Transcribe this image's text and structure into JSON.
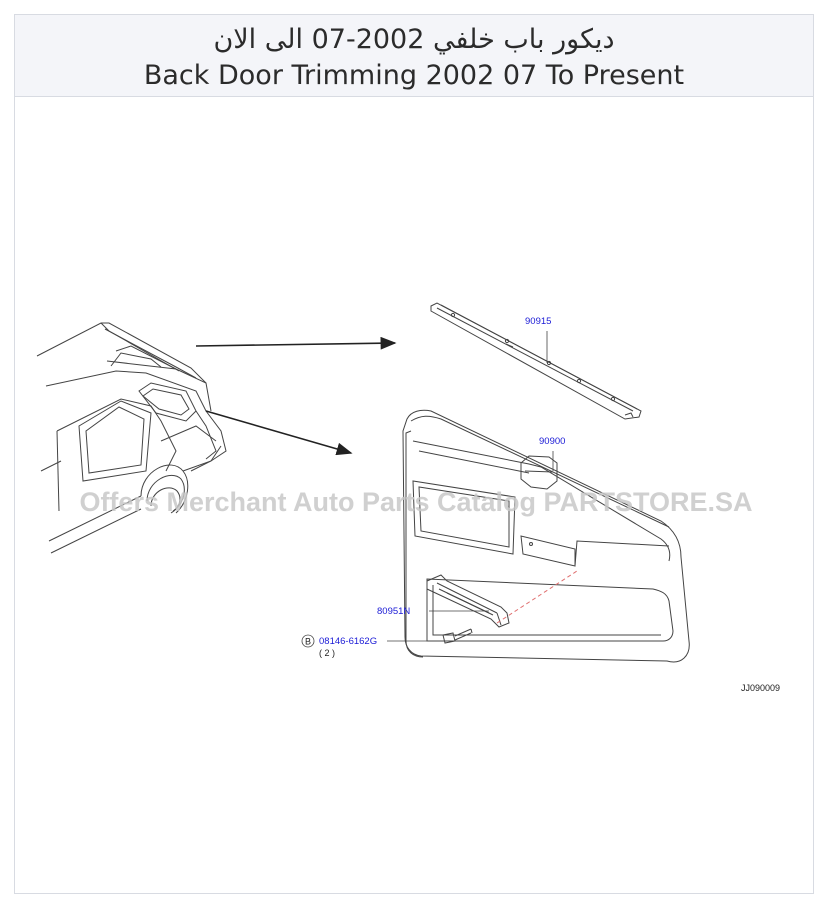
{
  "header": {
    "title_ar": "ديكور باب خلفي 2002-07 الى الان",
    "title_en": "Back Door Trimming 2002 07 To Present"
  },
  "watermark": "Offers Merchant Auto Parts Catalog PARTSTORE.SA",
  "callouts": {
    "part_1": "90915",
    "part_2": "90900",
    "part_3": "80951N",
    "bolt_code": "08146-6162G",
    "bolt_marker": "B",
    "bolt_qty": "( 2 )"
  },
  "figure_id": "JJ090009",
  "colors": {
    "callout": "#1a1ad6",
    "line": "#333333",
    "header_bg": "#f4f5f9",
    "watermark": "#c8c8c8",
    "dash": "#e07070"
  }
}
